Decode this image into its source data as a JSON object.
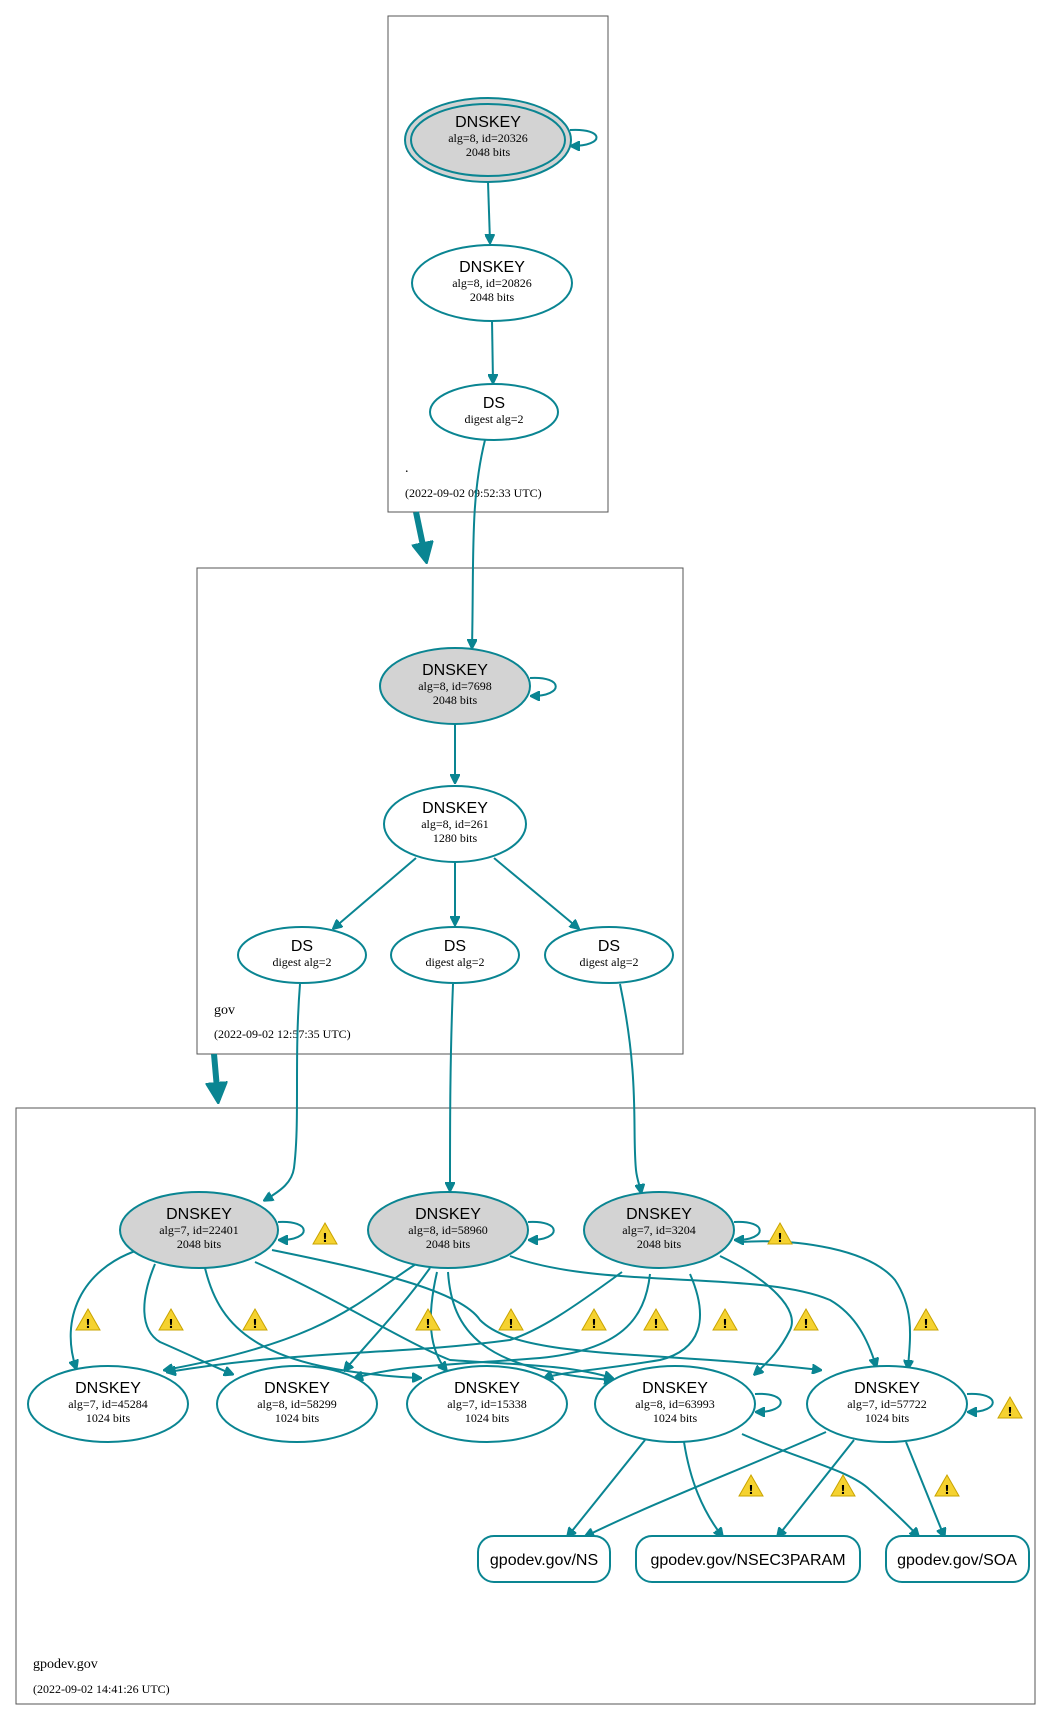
{
  "colors": {
    "edge": "#0a8592",
    "node_fill_trusted": "#d3d3d3",
    "node_fill_plain": "#ffffff",
    "zone_border": "#555555",
    "warning": "#f5d230"
  },
  "zones": [
    {
      "name": ".",
      "timestamp": "(2022-09-02 09:52:33 UTC)"
    },
    {
      "name": "gov",
      "timestamp": "(2022-09-02 12:57:35 UTC)"
    },
    {
      "name": "gpodev.gov",
      "timestamp": "(2022-09-02 14:41:26 UTC)"
    }
  ],
  "nodes": {
    "root_ksk": {
      "title": "DNSKEY",
      "line1": "alg=8, id=20326",
      "line2": "2048 bits"
    },
    "root_zsk": {
      "title": "DNSKEY",
      "line1": "alg=8, id=20826",
      "line2": "2048 bits"
    },
    "root_ds": {
      "title": "DS",
      "line1": "digest alg=2"
    },
    "gov_ksk": {
      "title": "DNSKEY",
      "line1": "alg=8, id=7698",
      "line2": "2048 bits"
    },
    "gov_zsk": {
      "title": "DNSKEY",
      "line1": "alg=8, id=261",
      "line2": "1280 bits"
    },
    "gov_ds1": {
      "title": "DS",
      "line1": "digest alg=2"
    },
    "gov_ds2": {
      "title": "DS",
      "line1": "digest alg=2"
    },
    "gov_ds3": {
      "title": "DS",
      "line1": "digest alg=2"
    },
    "gp_k22401": {
      "title": "DNSKEY",
      "line1": "alg=7, id=22401",
      "line2": "2048 bits"
    },
    "gp_k58960": {
      "title": "DNSKEY",
      "line1": "alg=8, id=58960",
      "line2": "2048 bits"
    },
    "gp_k3204": {
      "title": "DNSKEY",
      "line1": "alg=7, id=3204",
      "line2": "2048 bits"
    },
    "gp_k45284": {
      "title": "DNSKEY",
      "line1": "alg=7, id=45284",
      "line2": "1024 bits"
    },
    "gp_k58299": {
      "title": "DNSKEY",
      "line1": "alg=8, id=58299",
      "line2": "1024 bits"
    },
    "gp_k15338": {
      "title": "DNSKEY",
      "line1": "alg=7, id=15338",
      "line2": "1024 bits"
    },
    "gp_k63993": {
      "title": "DNSKEY",
      "line1": "alg=8, id=63993",
      "line2": "1024 bits"
    },
    "gp_k57722": {
      "title": "DNSKEY",
      "line1": "alg=7, id=57722",
      "line2": "1024 bits"
    }
  },
  "rrsets": {
    "ns": "gpodev.gov/NS",
    "nsec3param": "gpodev.gov/NSEC3PARAM",
    "soa": "gpodev.gov/SOA"
  },
  "icons": {
    "warning": "warning-icon"
  }
}
